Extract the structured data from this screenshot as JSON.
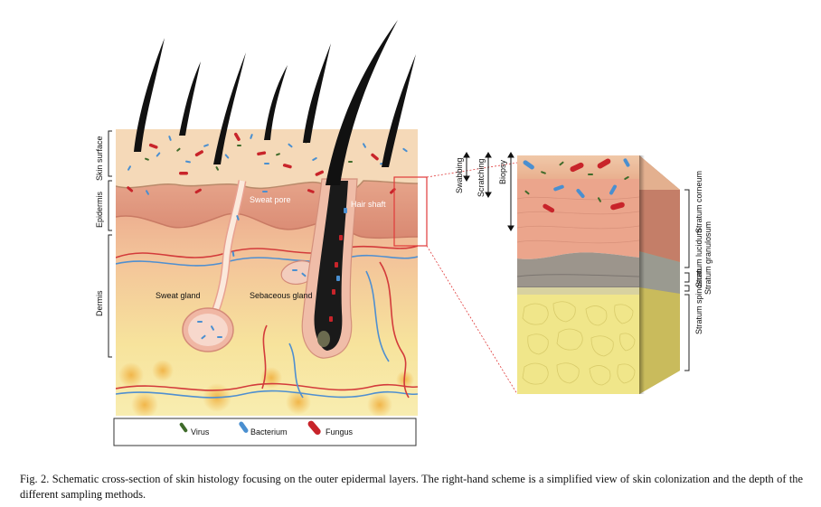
{
  "figure": {
    "left_labels": {
      "skin_surface": "Skin surface",
      "epidermis": "Epidermis",
      "dermis": "Dermis"
    },
    "structures": {
      "sweat_pore": "Sweat pore",
      "hair_shaft": "Hair shaft",
      "sweat_gland": "Sweat gland",
      "sebaceous_gland": "Sebaceous gland"
    },
    "sampling": {
      "swabbing": "Swabbing",
      "scratching": "Scratching",
      "biopsy": "Biopsy"
    },
    "layers": {
      "corneum": "Stratum corneum",
      "lucidum": "Stratum lucidum",
      "granulosum": "Stratum granulosum",
      "spinosum": "Stratum spinosum"
    },
    "legend": [
      {
        "label": "Virus",
        "color": "#3f6b2a"
      },
      {
        "label": "Bacterium",
        "color": "#4a8fd0"
      },
      {
        "label": "Fungus",
        "color": "#c8242a"
      }
    ]
  },
  "caption": "Fig. 2. Schematic cross-section of skin histology focusing on the outer epidermal layers. The right-hand scheme is a simplified view of skin colonization and the depth of the different sampling methods."
}
